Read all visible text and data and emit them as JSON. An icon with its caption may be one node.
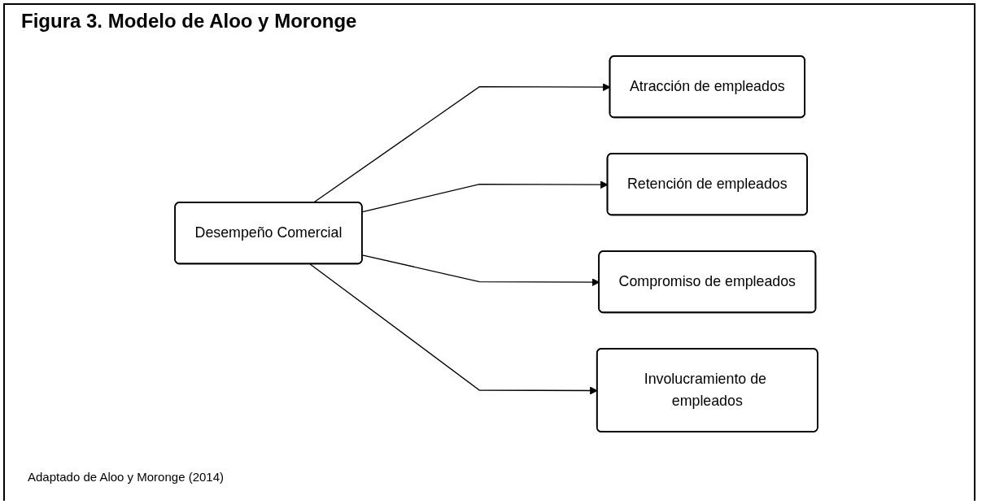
{
  "diagram": {
    "title": "Figura 3. Modelo de Aloo y Moronge",
    "caption": "Adaptado de Aloo y Moronge (2014)",
    "nodes": [
      {
        "text": [
          "Desempeño Comercial"
        ]
      },
      {
        "text": [
          "Atracción de empleados"
        ]
      },
      {
        "text": [
          "Retención de empleados"
        ]
      },
      {
        "text": [
          "Compromiso de empleados"
        ]
      },
      {
        "text": [
          "Involucramiento de empleados"
        ]
      }
    ],
    "edges": [
      {
        "from": 0,
        "to": 1,
        "arrow": "to"
      },
      {
        "from": 0,
        "to": 2,
        "arrow": "to"
      },
      {
        "from": 0,
        "to": 3,
        "arrow": "to"
      },
      {
        "from": 0,
        "to": 4,
        "arrow": "to"
      }
    ]
  }
}
